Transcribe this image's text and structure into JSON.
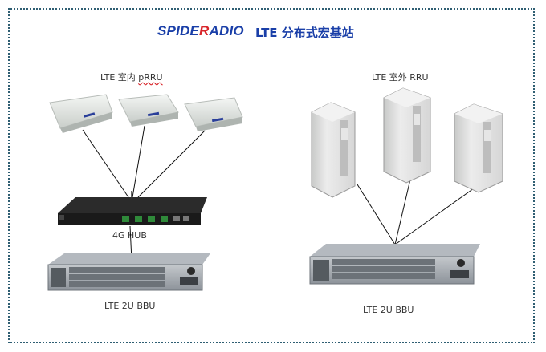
{
  "logo": {
    "text_blue": "SPIDE",
    "text_red": "R",
    "text_blue2": "ADIO"
  },
  "title": "LTE 分布式宏基站",
  "left": {
    "prru_label_prefix": "LTE  室内 ",
    "prru_label_suffix": "pRRU",
    "hub_label": "4G HUB",
    "bbu_label": "LTE 2U BBU"
  },
  "right": {
    "rru_label": "LTE 室外 RRU",
    "bbu_label": "LTE 2U BBU"
  },
  "colors": {
    "brand_blue": "#1a3fa8",
    "brand_red": "#d8262b",
    "frame": "#2f5f73"
  }
}
